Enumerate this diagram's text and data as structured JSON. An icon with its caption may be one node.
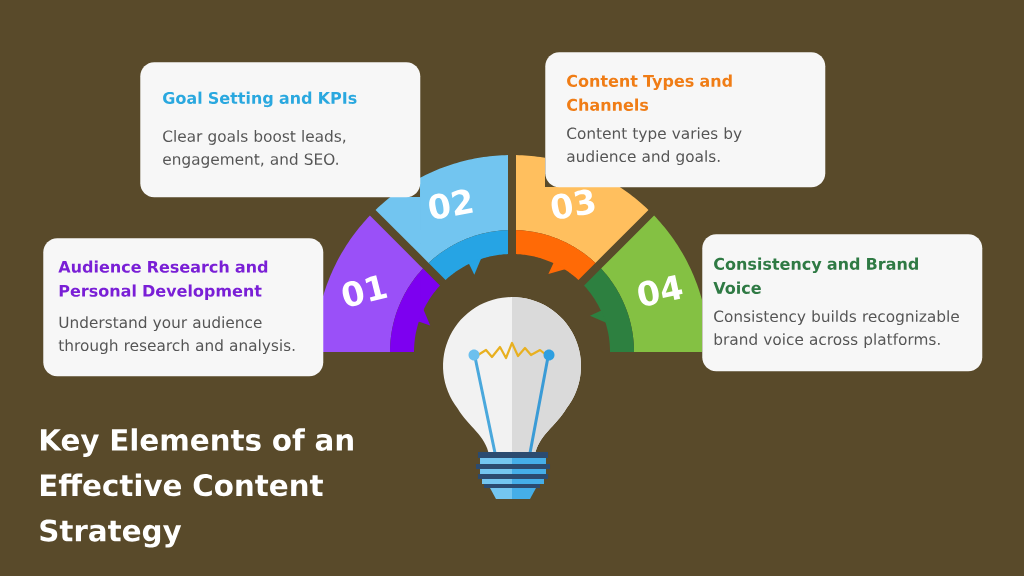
{
  "diagram": {
    "title": "Key Elements of an Effective Content Strategy",
    "nodes": [
      {
        "text": [
          "Audience Research and Personal Development",
          "Understand your audience through research and analysis."
        ]
      },
      {
        "text": [
          "Goal Setting and KPIs",
          "Clear goals boost leads, engagement, and SEO."
        ]
      },
      {
        "text": [
          "Content Types and Channels",
          "Content type varies by audience and goals."
        ]
      },
      {
        "text": [
          "Consistency and Brand Voice",
          "Consistency builds recognizable brand voice across platforms."
        ]
      },
      {
        "text": [
          "01"
        ]
      },
      {
        "text": [
          "02"
        ]
      },
      {
        "text": [
          "03"
        ]
      },
      {
        "text": [
          "04"
        ]
      }
    ]
  }
}
